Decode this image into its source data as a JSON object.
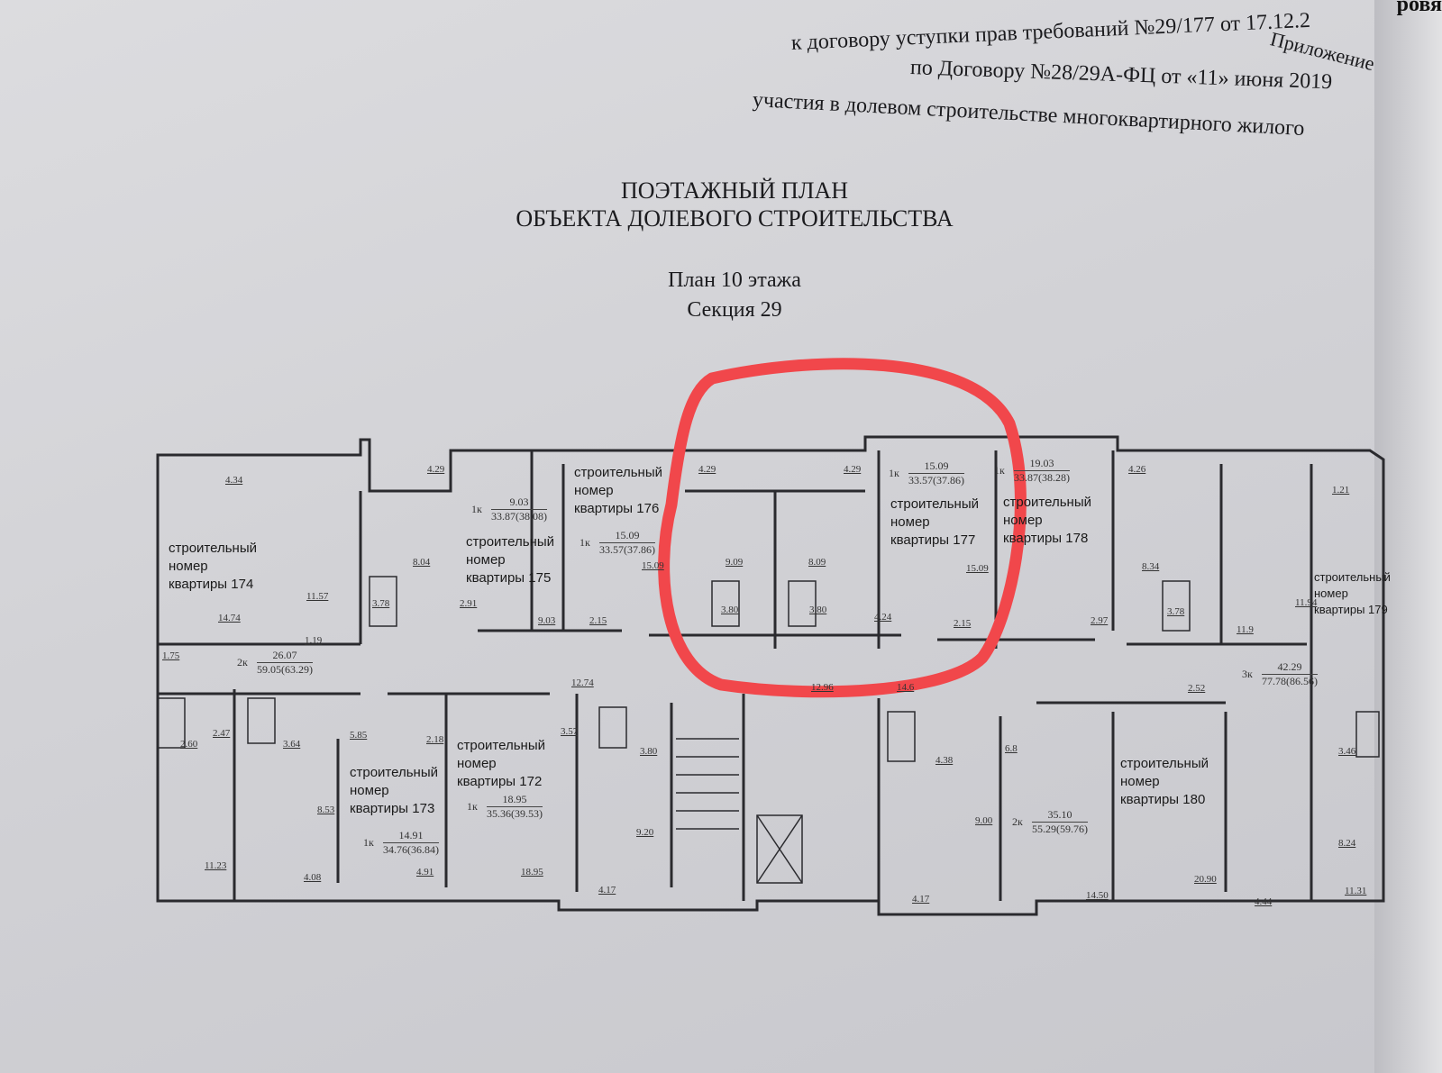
{
  "header": {
    "line0": "Приложение",
    "line1": "к договору уступки прав требований №29/177 от 17.12.2",
    "line2": "по Договору №28/29А-ФЦ  от «11» июня 2019",
    "line3": "участия в долевом строительстве многоквартирного жилого",
    "edge_fragment": "ровя"
  },
  "title": {
    "line1": "ПОЭТАЖНЫЙ ПЛАН",
    "line2": "ОБЪЕКТА ДОЛЕВОГО СТРОИТЕЛЬСТВА",
    "plan": "План 10 этажа",
    "section": "Секция 29"
  },
  "apartments": [
    {
      "l1": "строительный",
      "l2": "номер",
      "l3": "квартиры 174",
      "rooms": "2к",
      "living": "26.07",
      "total": "59.05(63.29)"
    },
    {
      "l1": "строительный",
      "l2": "номер",
      "l3": "квартиры 175",
      "rooms": "1к",
      "living": "9.03",
      "total": "33.87(38.08)"
    },
    {
      "l1": "строительный",
      "l2": "номер",
      "l3": "квартиры 176",
      "rooms": "1к",
      "living": "15.09",
      "total": "33.57(37.86)"
    },
    {
      "l1": "строительный",
      "l2": "номер",
      "l3": "квартиры 177",
      "rooms": "1к",
      "living": "15.09",
      "total": "33.57(37.86)"
    },
    {
      "l1": "строительный",
      "l2": "номер",
      "l3": "квартиры 178",
      "rooms": "1к",
      "living": "19.03",
      "total": "33.87(38.28)"
    },
    {
      "l1": "строительный",
      "l2": "номер",
      "l3": "квартиры 179",
      "rooms": "3к",
      "living": "42.29",
      "total": "77.78(86.56)"
    },
    {
      "l1": "строительный",
      "l2": "номер",
      "l3": "квартиры 173",
      "rooms": "1к",
      "living": "14.91",
      "total": "34.76(36.84)"
    },
    {
      "l1": "строительный",
      "l2": "номер",
      "l3": "квартиры 172",
      "rooms": "1к",
      "living": "18.95",
      "total": "35.36(39.53)"
    },
    {
      "l1": "строительный",
      "l2": "номер",
      "l3": "квартиры 180",
      "rooms": "2к",
      "living": "35.10",
      "total": "55.29(59.76)"
    }
  ],
  "room_areas": [
    "4.34",
    "11.57",
    "14.74",
    "1.19",
    "1.75",
    "4.29",
    "8.04",
    "3.78",
    "2.91",
    "9.03",
    "2.15",
    "15.09",
    "4.29",
    "9.09",
    "3.80",
    "8.09",
    "3.80",
    "4.29",
    "4.24",
    "2.15",
    "15.09",
    "4.26",
    "2.97",
    "8.34",
    "3.78",
    "11.9",
    "11.94",
    "1.21",
    "2.47",
    "3.64",
    "2.60",
    "5.85",
    "2.18",
    "8.53",
    "11.23",
    "4.08",
    "4.91",
    "18.95",
    "3.57",
    "3.80",
    "12.74",
    "9.20",
    "4.17",
    "12.96",
    "14.6",
    "6.8",
    "4.38",
    "9.00",
    "14.50",
    "20.90",
    "2.52",
    "4.17",
    "4.44",
    "11.31",
    "8.24",
    "3.46"
  ],
  "colors": {
    "annotation": "#f1474b",
    "paper": "#d6d6d9",
    "ink": "#1b1b1e"
  }
}
